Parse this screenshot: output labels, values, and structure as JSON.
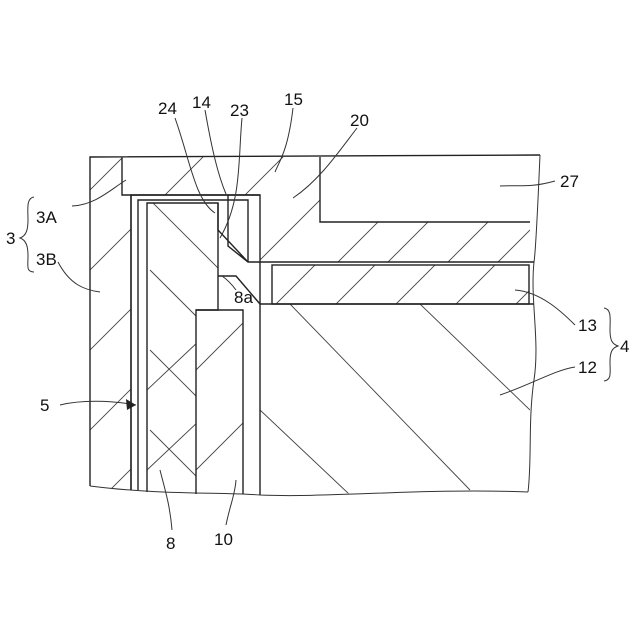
{
  "labels": {
    "l24": "24",
    "l14": "14",
    "l23": "23",
    "l15": "15",
    "l20": "20",
    "l27": "27",
    "l3": "3",
    "l3A": "3A",
    "l3B": "3B",
    "l8a": "8a",
    "l13": "13",
    "l12": "12",
    "l4": "4",
    "l5": "5",
    "l8": "8",
    "l10": "10"
  }
}
